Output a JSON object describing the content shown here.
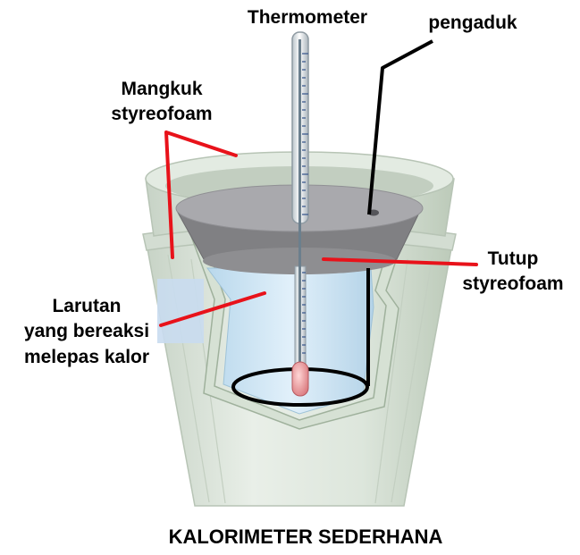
{
  "labels": {
    "thermometer": "Thermometer",
    "stirrer": "pengaduk",
    "cup_line1": "Mangkuk",
    "cup_line2": "styreofoam",
    "lid_line1": "Tutup",
    "lid_line2": "styreofoam",
    "solution_line1": "Larutan",
    "solution_line2": "yang bereaksi",
    "solution_line3": "melepas kalor"
  },
  "title": "KALORIMETER SEDERHANA",
  "colors": {
    "pointer": "#e8121a",
    "title": "#d0151b",
    "highlight_text": "#1010d8",
    "cup_fill": "#dfe8df",
    "lid_top": "#a9a9ad",
    "lid_side": "#7d7d80",
    "solution": "#cfe6f4"
  }
}
